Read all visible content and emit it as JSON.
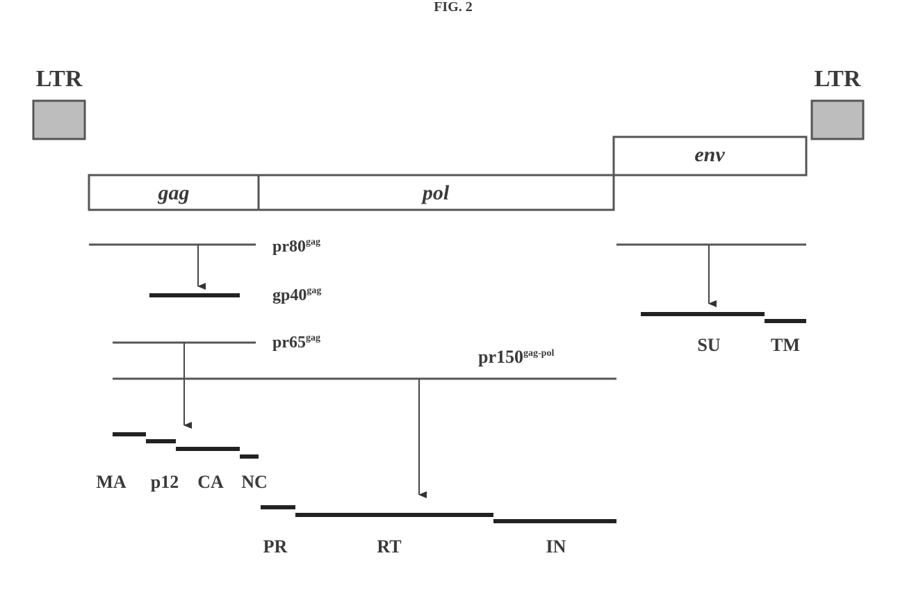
{
  "figure_label": "FIG. 2",
  "ltr_left": "LTR",
  "ltr_right": "LTR",
  "genes": {
    "gag": "gag",
    "pol": "pol",
    "env": "env"
  },
  "precursors": {
    "pr80": {
      "base": "pr80",
      "sup": "gag"
    },
    "gp40": {
      "base": "gp40",
      "sup": "gag"
    },
    "pr65": {
      "base": "pr65",
      "sup": "gag"
    },
    "pr150": {
      "base": "pr150",
      "sup": "gag-pol"
    }
  },
  "gag_products": [
    "MA",
    "p12",
    "CA",
    "NC"
  ],
  "pol_products": [
    "PR",
    "RT",
    "IN"
  ],
  "env_products": [
    "SU",
    "TM"
  ]
}
